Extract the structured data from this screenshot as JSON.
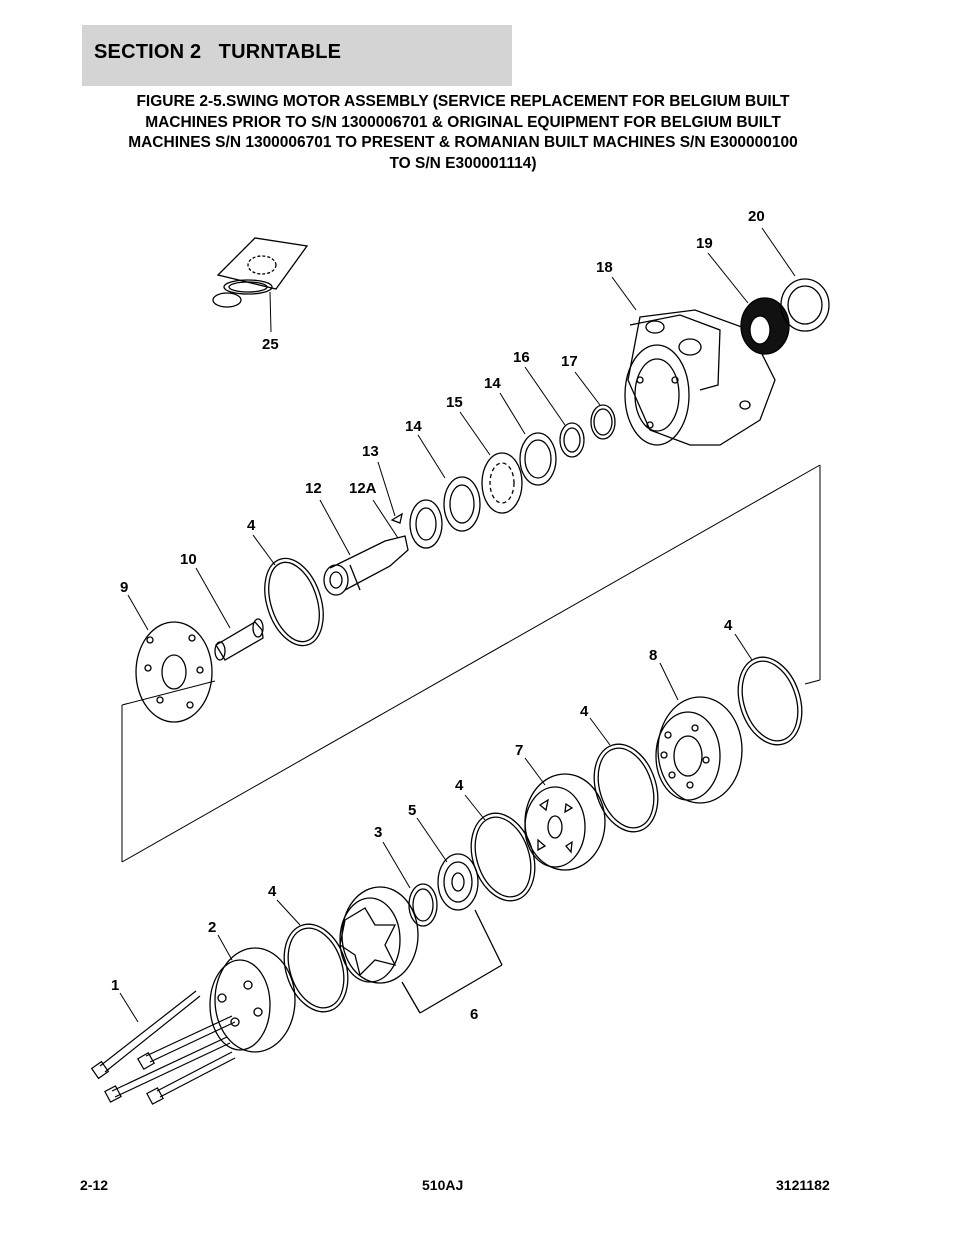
{
  "section": {
    "number": "SECTION 2",
    "name": "TURNTABLE"
  },
  "figure": {
    "title_lines": [
      "FIGURE 2-5.SWING MOTOR ASSEMBLY (SERVICE REPLACEMENT FOR BELGIUM BUILT",
      "MACHINES PRIOR TO S/N 1300006701 & ORIGINAL EQUIPMENT FOR BELGIUM BUILT",
      "MACHINES S/N 1300006701 TO PRESENT & ROMANIAN BUILT MACHINES S/N E300000100",
      "TO S/N E300001114)"
    ]
  },
  "callouts": {
    "c1": "1",
    "c2": "2",
    "c3": "3",
    "c4a": "4",
    "c4b": "4",
    "c4c": "4",
    "c4d": "4",
    "c4e": "4",
    "c5": "5",
    "c6": "6",
    "c7": "7",
    "c8": "8",
    "c9": "9",
    "c10": "10",
    "c12": "12",
    "c12a": "12A",
    "c13": "13",
    "c14a": "14",
    "c14b": "14",
    "c15": "15",
    "c16": "16",
    "c17": "17",
    "c18": "18",
    "c19": "19",
    "c20": "20",
    "c25": "25"
  },
  "footer": {
    "page": "2-12",
    "model": "510AJ",
    "doc_number": "3121182"
  }
}
